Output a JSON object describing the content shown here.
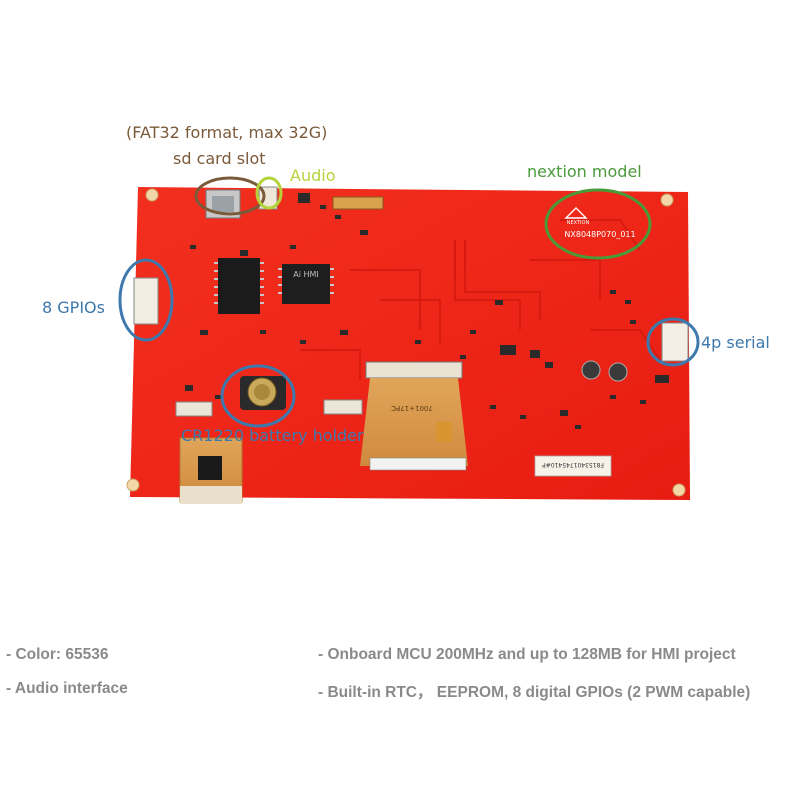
{
  "annotations": {
    "sd_card_format": "(FAT32 format, max 32G)",
    "sd_card_slot": "sd card slot",
    "audio": "Audio",
    "nextion_model": "nextion model",
    "gpios": "8 GPIOs",
    "serial": "4p serial",
    "battery_holder": "CR1220 battery holder"
  },
  "board": {
    "model_code": "NX8048P070_011",
    "brand_mark": "NEXTION",
    "mcu_label": "Ai HMI",
    "fpc_label": "7001+17PC",
    "serial_number": "F8153401745410#P"
  },
  "specs": {
    "color": "- Color: 65536",
    "audio_interface": "- Audio interface",
    "mcu": "- Onboard MCU 200MHz and up to 128MB for HMI project",
    "rtc": "- Built-in RTC， EEPROM, 8 digital GPIOs (2 PWM capable)"
  },
  "colors": {
    "pcb": "#f0251a",
    "annotation_brown": "#7b5a3a",
    "annotation_yellow_green": "#b5d43b",
    "annotation_green": "#4a9a3a",
    "annotation_blue": "#3d79ad",
    "spec_text": "#8a8a8a"
  }
}
